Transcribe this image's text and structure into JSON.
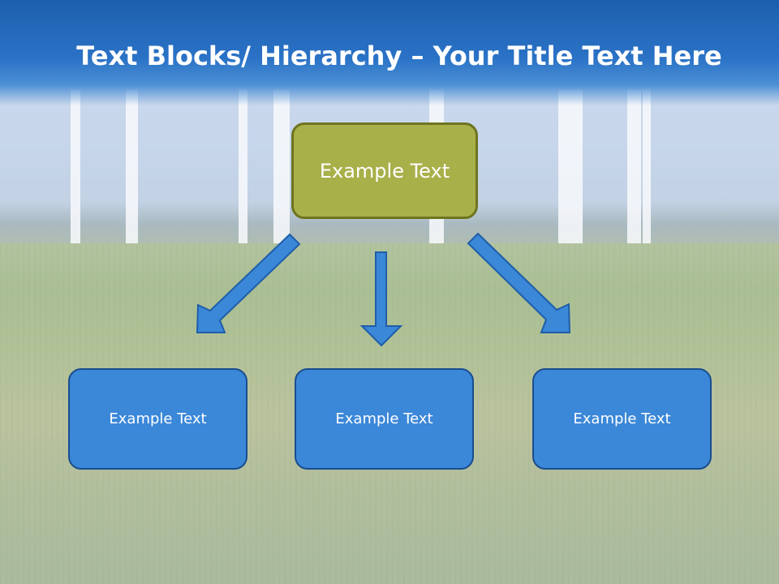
{
  "title": {
    "bold": "Text Blocks/ Hierarchy",
    "rest": " – Your Title Text Here"
  },
  "diagram": {
    "top_box": "Example Text",
    "child_boxes": [
      "Example Text",
      "Example Text",
      "Example Text"
    ]
  },
  "colors": {
    "title_bar": "#2a72c6",
    "top_box": "#a8b04a",
    "child_box": "#3b87d8",
    "arrow": "#3b87d8"
  }
}
